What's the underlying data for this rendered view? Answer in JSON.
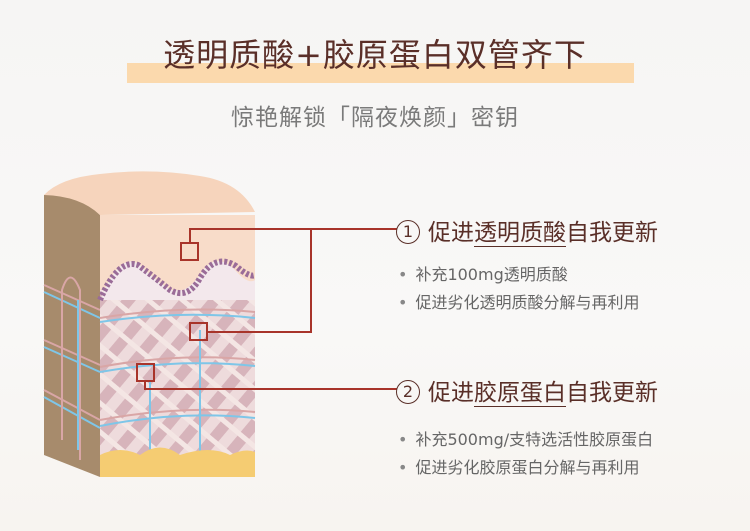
{
  "title": "透明质酸+胶原蛋白双管齐下",
  "subtitle": "惊艳解锁「隔夜焕颜」密钥",
  "items": [
    {
      "num": "1",
      "pre": "促进",
      "em": "透明质酸",
      "post": "自我更新",
      "bullets": [
        "补充100mg透明质酸",
        "促进劣化透明质酸分解与再利用"
      ]
    },
    {
      "num": "2",
      "pre": "促进",
      "em": "胶原蛋白",
      "post": "自我更新",
      "bullets": [
        "补充500mg/支特选活性胶原蛋白",
        "促进劣化胶原蛋白分解与再利用"
      ]
    }
  ],
  "colors": {
    "accent": "#a8342a",
    "text": "#5a2f28",
    "highlight": "#fbd9ad"
  }
}
